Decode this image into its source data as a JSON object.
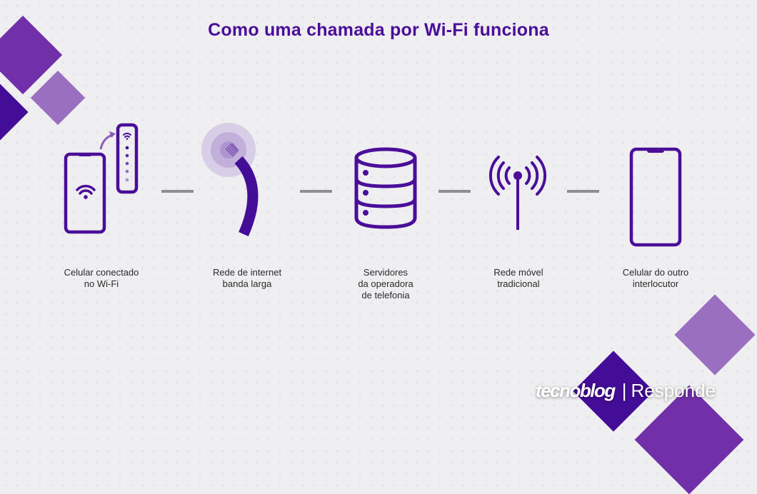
{
  "title": "Como uma chamada por Wi-Fi funciona",
  "colors": {
    "primary": "#4a0e99",
    "accent": "#7130a9",
    "light": "#9a6fbf",
    "background": "#efeef0",
    "connector": "#8f8f8f"
  },
  "steps": [
    {
      "icon": "phone-wifi-router-icon",
      "label_lines": [
        "Celular conectado",
        "no Wi-Fi"
      ]
    },
    {
      "icon": "broadband-cable-icon",
      "label_lines": [
        "Rede de internet",
        "banda larga"
      ]
    },
    {
      "icon": "database-server-icon",
      "label_lines": [
        "Servidores",
        "da operadora",
        "de telefonia"
      ]
    },
    {
      "icon": "cell-tower-antenna-icon",
      "label_lines": [
        "Rede móvel",
        "tradicional"
      ]
    },
    {
      "icon": "smartphone-icon",
      "label_lines": [
        "Celular do outro",
        "interlocutor"
      ]
    }
  ],
  "logo": {
    "brand": "tecnoblog",
    "separator": "|",
    "subtitle": "Responde"
  }
}
